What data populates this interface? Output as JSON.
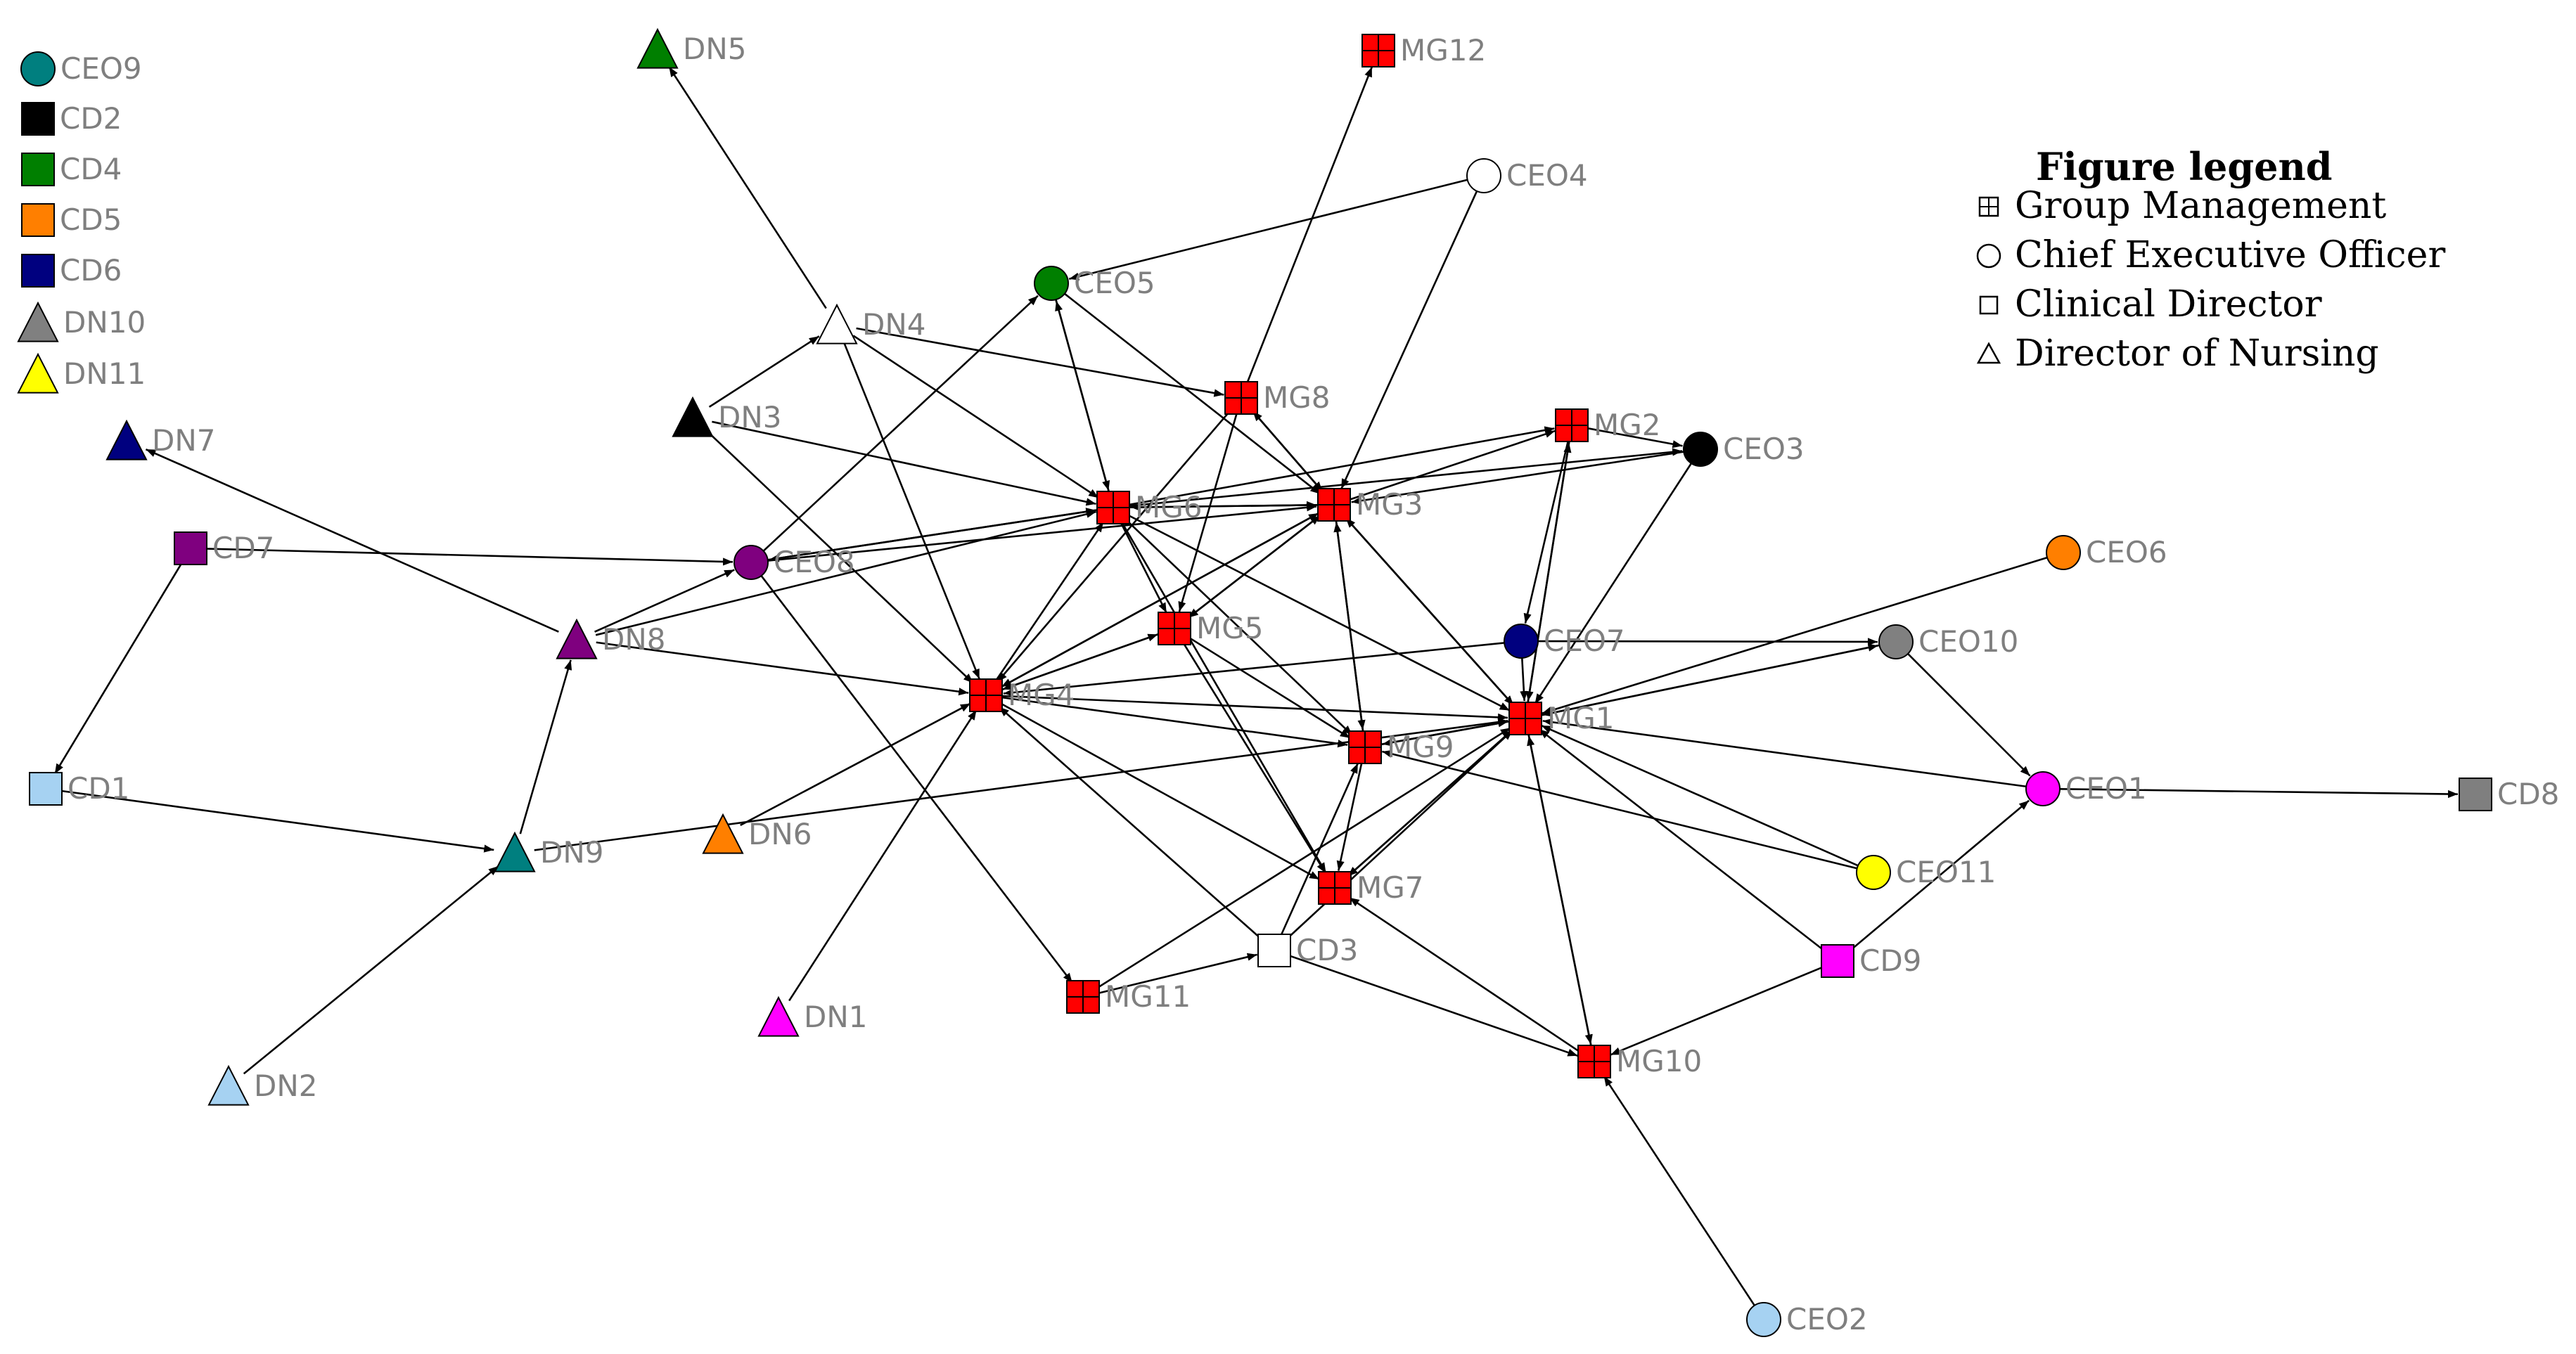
{
  "legend": {
    "title": "Figure legend",
    "items": [
      {
        "shape": "gridsquare",
        "label": "Group Management"
      },
      {
        "shape": "circle",
        "label": "Chief Executive Officer"
      },
      {
        "shape": "square",
        "label": "Clinical Director"
      },
      {
        "shape": "triangle",
        "label": "Director of Nursing"
      }
    ]
  },
  "nodes": [
    {
      "id": "CEO9",
      "shape": "circle",
      "color": "#007f7f"
    },
    {
      "id": "CD2",
      "shape": "square",
      "color": "#000000"
    },
    {
      "id": "CD4",
      "shape": "square",
      "color": "#007f00"
    },
    {
      "id": "CD5",
      "shape": "square",
      "color": "#ff7f00"
    },
    {
      "id": "CD6",
      "shape": "square",
      "color": "#00007f"
    },
    {
      "id": "DN10",
      "shape": "triangle",
      "color": "#808080"
    },
    {
      "id": "DN11",
      "shape": "triangle",
      "color": "#ffff00"
    },
    {
      "id": "DN5",
      "shape": "triangle",
      "color": "#007f00"
    },
    {
      "id": "MG12",
      "shape": "gridsquare",
      "color": "#ff0000"
    },
    {
      "id": "CEO4",
      "shape": "circle",
      "color": "#ffffff"
    },
    {
      "id": "CEO5",
      "shape": "circle",
      "color": "#007f00"
    },
    {
      "id": "DN4",
      "shape": "triangle",
      "color": "#ffffff"
    },
    {
      "id": "DN3",
      "shape": "triangle",
      "color": "#000000"
    },
    {
      "id": "MG8",
      "shape": "gridsquare",
      "color": "#ff0000"
    },
    {
      "id": "MG2",
      "shape": "gridsquare",
      "color": "#ff0000"
    },
    {
      "id": "CEO3",
      "shape": "circle",
      "color": "#000000"
    },
    {
      "id": "DN7",
      "shape": "triangle",
      "color": "#00007f"
    },
    {
      "id": "MG6",
      "shape": "gridsquare",
      "color": "#ff0000"
    },
    {
      "id": "MG3",
      "shape": "gridsquare",
      "color": "#ff0000"
    },
    {
      "id": "CD7",
      "shape": "square",
      "color": "#7f007f"
    },
    {
      "id": "CEO8",
      "shape": "circle",
      "color": "#7f007f"
    },
    {
      "id": "CEO6",
      "shape": "circle",
      "color": "#ff7f00"
    },
    {
      "id": "DN8",
      "shape": "triangle",
      "color": "#7f007f"
    },
    {
      "id": "MG5",
      "shape": "gridsquare",
      "color": "#ff0000"
    },
    {
      "id": "CEO7",
      "shape": "circle",
      "color": "#00007f"
    },
    {
      "id": "CEO10",
      "shape": "circle",
      "color": "#808080"
    },
    {
      "id": "MG4",
      "shape": "gridsquare",
      "color": "#ff0000"
    },
    {
      "id": "MG1",
      "shape": "gridsquare",
      "color": "#ff0000"
    },
    {
      "id": "MG9",
      "shape": "gridsquare",
      "color": "#ff0000"
    },
    {
      "id": "CD1",
      "shape": "square",
      "color": "#a6d2f2"
    },
    {
      "id": "CEO1",
      "shape": "circle",
      "color": "#ff00ff"
    },
    {
      "id": "CD8",
      "shape": "square",
      "color": "#7f7f7f"
    },
    {
      "id": "DN6",
      "shape": "triangle",
      "color": "#ff7f00"
    },
    {
      "id": "DN9",
      "shape": "triangle",
      "color": "#007f7f"
    },
    {
      "id": "CEO11",
      "shape": "circle",
      "color": "#ffff00"
    },
    {
      "id": "MG7",
      "shape": "gridsquare",
      "color": "#ff0000"
    },
    {
      "id": "CD9",
      "shape": "square",
      "color": "#ff00ff"
    },
    {
      "id": "CD3",
      "shape": "square",
      "color": "#ffffff"
    },
    {
      "id": "DN1",
      "shape": "triangle",
      "color": "#ff00ff"
    },
    {
      "id": "MG11",
      "shape": "gridsquare",
      "color": "#ff0000"
    },
    {
      "id": "MG10",
      "shape": "gridsquare",
      "color": "#ff0000"
    },
    {
      "id": "DN2",
      "shape": "triangle",
      "color": "#a6d2f2"
    },
    {
      "id": "CEO2",
      "shape": "circle",
      "color": "#a6d2f2"
    }
  ],
  "edges": [
    [
      "CD7",
      "CD1"
    ],
    [
      "CD1",
      "DN9"
    ],
    [
      "DN9",
      "DN8"
    ],
    [
      "DN8",
      "DN7"
    ],
    [
      "DN2",
      "DN9"
    ],
    [
      "DN9",
      "MG1"
    ],
    [
      "DN8",
      "CEO8"
    ],
    [
      "DN8",
      "MG6"
    ],
    [
      "DN8",
      "MG4"
    ],
    [
      "CD7",
      "CEO8"
    ],
    [
      "CEO8",
      "CEO5"
    ],
    [
      "CEO8",
      "MG6"
    ],
    [
      "CEO8",
      "MG3"
    ],
    [
      "CEO8",
      "MG11"
    ],
    [
      "MG6",
      "CEO8"
    ],
    [
      "DN3",
      "MG6"
    ],
    [
      "DN3",
      "DN4"
    ],
    [
      "DN3",
      "MG4"
    ],
    [
      "DN4",
      "DN5"
    ],
    [
      "DN4",
      "MG8"
    ],
    [
      "DN4",
      "MG4"
    ],
    [
      "DN4",
      "MG6"
    ],
    [
      "CEO4",
      "CEO5"
    ],
    [
      "CEO4",
      "MG3"
    ],
    [
      "CEO5",
      "MG6"
    ],
    [
      "MG6",
      "CEO5"
    ],
    [
      "CEO5",
      "MG3"
    ],
    [
      "MG8",
      "MG12"
    ],
    [
      "MG8",
      "MG5"
    ],
    [
      "MG8",
      "MG3"
    ],
    [
      "MG3",
      "MG8"
    ],
    [
      "MG8",
      "MG4"
    ],
    [
      "MG6",
      "MG3"
    ],
    [
      "MG3",
      "MG6"
    ],
    [
      "MG6",
      "MG2"
    ],
    [
      "MG6",
      "CEO3"
    ],
    [
      "CEO3",
      "MG3"
    ],
    [
      "MG3",
      "MG2"
    ],
    [
      "MG2",
      "CEO3"
    ],
    [
      "CEO3",
      "MG1"
    ],
    [
      "MG2",
      "MG1"
    ],
    [
      "MG1",
      "MG2"
    ],
    [
      "MG2",
      "CEO7"
    ],
    [
      "MG6",
      "MG5"
    ],
    [
      "MG6",
      "MG1"
    ],
    [
      "MG6",
      "MG9"
    ],
    [
      "MG6",
      "MG7"
    ],
    [
      "MG3",
      "MG1"
    ],
    [
      "MG1",
      "MG3"
    ],
    [
      "MG3",
      "MG9"
    ],
    [
      "MG9",
      "MG3"
    ],
    [
      "MG3",
      "MG5"
    ],
    [
      "MG5",
      "MG3"
    ],
    [
      "MG3",
      "MG4"
    ],
    [
      "MG5",
      "MG4"
    ],
    [
      "MG4",
      "MG5"
    ],
    [
      "MG5",
      "MG9"
    ],
    [
      "MG5",
      "MG7"
    ],
    [
      "MG4",
      "MG6"
    ],
    [
      "MG4",
      "MG3"
    ],
    [
      "MG4",
      "MG1"
    ],
    [
      "MG4",
      "MG9"
    ],
    [
      "MG4",
      "MG7"
    ],
    [
      "CEO7",
      "MG4"
    ],
    [
      "CEO7",
      "CEO10"
    ],
    [
      "CEO7",
      "MG1"
    ],
    [
      "MG1",
      "CEO10"
    ],
    [
      "CEO10",
      "MG1"
    ],
    [
      "CEO6",
      "MG1"
    ],
    [
      "CEO10",
      "CEO1"
    ],
    [
      "CEO1",
      "MG1"
    ],
    [
      "CEO1",
      "CD8"
    ],
    [
      "CD9",
      "CEO1"
    ],
    [
      "CD9",
      "MG10"
    ],
    [
      "CD9",
      "MG1"
    ],
    [
      "CEO11",
      "MG1"
    ],
    [
      "CEO11",
      "MG9"
    ],
    [
      "MG1",
      "MG9"
    ],
    [
      "MG9",
      "MG1"
    ],
    [
      "MG1",
      "MG7"
    ],
    [
      "MG7",
      "MG1"
    ],
    [
      "MG1",
      "MG10"
    ],
    [
      "MG10",
      "MG1"
    ],
    [
      "MG9",
      "MG7"
    ],
    [
      "CD3",
      "MG9"
    ],
    [
      "CD3",
      "MG1"
    ],
    [
      "CD3",
      "MG4"
    ],
    [
      "CD3",
      "MG10"
    ],
    [
      "MG11",
      "MG1"
    ],
    [
      "MG11",
      "CD3"
    ],
    [
      "DN6",
      "MG4"
    ],
    [
      "DN1",
      "MG4"
    ],
    [
      "MG10",
      "MG7"
    ],
    [
      "CEO2",
      "MG10"
    ]
  ]
}
